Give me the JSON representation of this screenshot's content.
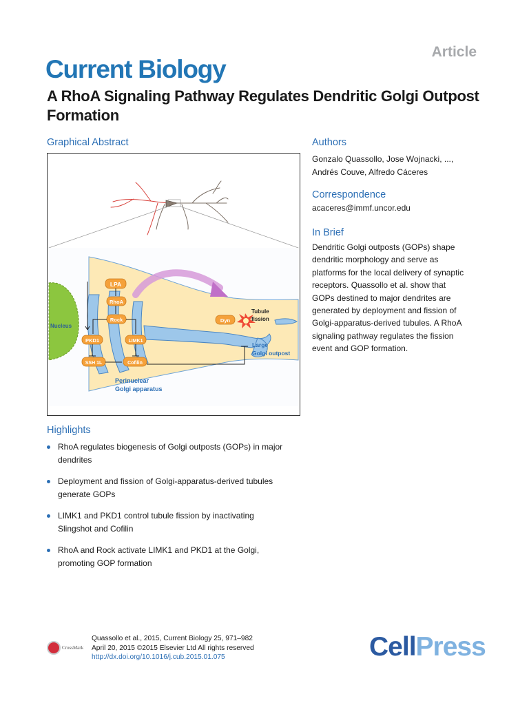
{
  "header": {
    "article_type": "Article",
    "journal": "Current Biology",
    "title": "A RhoA Signaling Pathway Regulates Dendritic Golgi Outpost Formation"
  },
  "graphical_abstract": {
    "heading": "Graphical Abstract",
    "labels": {
      "nucleus": "Nucleus",
      "lpa": "LPA",
      "rhoa": "RhoA",
      "rock": "Rock",
      "pkd1": "PKD1",
      "limk1": "LIMK1",
      "ssh1l": "SSH 1L",
      "cofilin": "Cofilin",
      "dyn": "Dyn",
      "tubule_fission_1": "Tubule",
      "tubule_fission_2": "fission",
      "large_golgi_1": "Large",
      "large_golgi_2": "Golgi outpost",
      "perinuclear_1": "Perinuclear",
      "perinuclear_2": "Golgi apparatus"
    }
  },
  "authors": {
    "heading": "Authors",
    "line1": "Gonzalo Quassollo, Jose Wojnacki, ...,",
    "line2": "Andrés Couve, Alfredo Cáceres"
  },
  "correspondence": {
    "heading": "Correspondence",
    "email": "acaceres@immf.uncor.edu"
  },
  "in_brief": {
    "heading": "In Brief",
    "lines": [
      "Dendritic Golgi outposts (GOPs) shape",
      "dendritic morphology and serve as",
      "platforms for the local delivery of synaptic",
      "receptors. Quassollo et al. show that",
      "GOPs destined to major dendrites are",
      "generated by deployment and fission of",
      "Golgi-apparatus-derived tubules. A RhoA",
      "signaling pathway regulates the fission",
      "event and GOP formation."
    ]
  },
  "highlights": {
    "heading": "Highlights",
    "items": [
      {
        "l1": "RhoA regulates biogenesis of Golgi outposts (GOPs) in major",
        "l2": "dendrites"
      },
      {
        "l1": "Deployment and fission of Golgi-apparatus-derived tubules",
        "l2": "generate GOPs"
      },
      {
        "l1": "LIMK1 and PKD1 control tubule fission by inactivating",
        "l2": "Slingshot and Cofilin"
      },
      {
        "l1": "RhoA and Rock activate LIMK1 and PKD1 at the Golgi,",
        "l2": "promoting GOP formation"
      }
    ]
  },
  "footer": {
    "citation_line1": "Quassollo et al., 2015, Current Biology 25, 971–982",
    "citation_line2": "April 20, 2015 ©2015 Elsevier Ltd All rights reserved",
    "doi": "http://dx.doi.org/10.1016/j.cub.2015.01.075",
    "crossmark": "CrossMark",
    "publisher_cell": "Cell",
    "publisher_press": "Press"
  },
  "colors": {
    "journal_blue": "#2276b5",
    "heading_blue": "#2c6fb5",
    "orange_node": "#f5a13a",
    "nucleus_green": "#8cc63f",
    "golgi_blue": "#5b9fd6",
    "arrow_purple": "#c070c8"
  }
}
